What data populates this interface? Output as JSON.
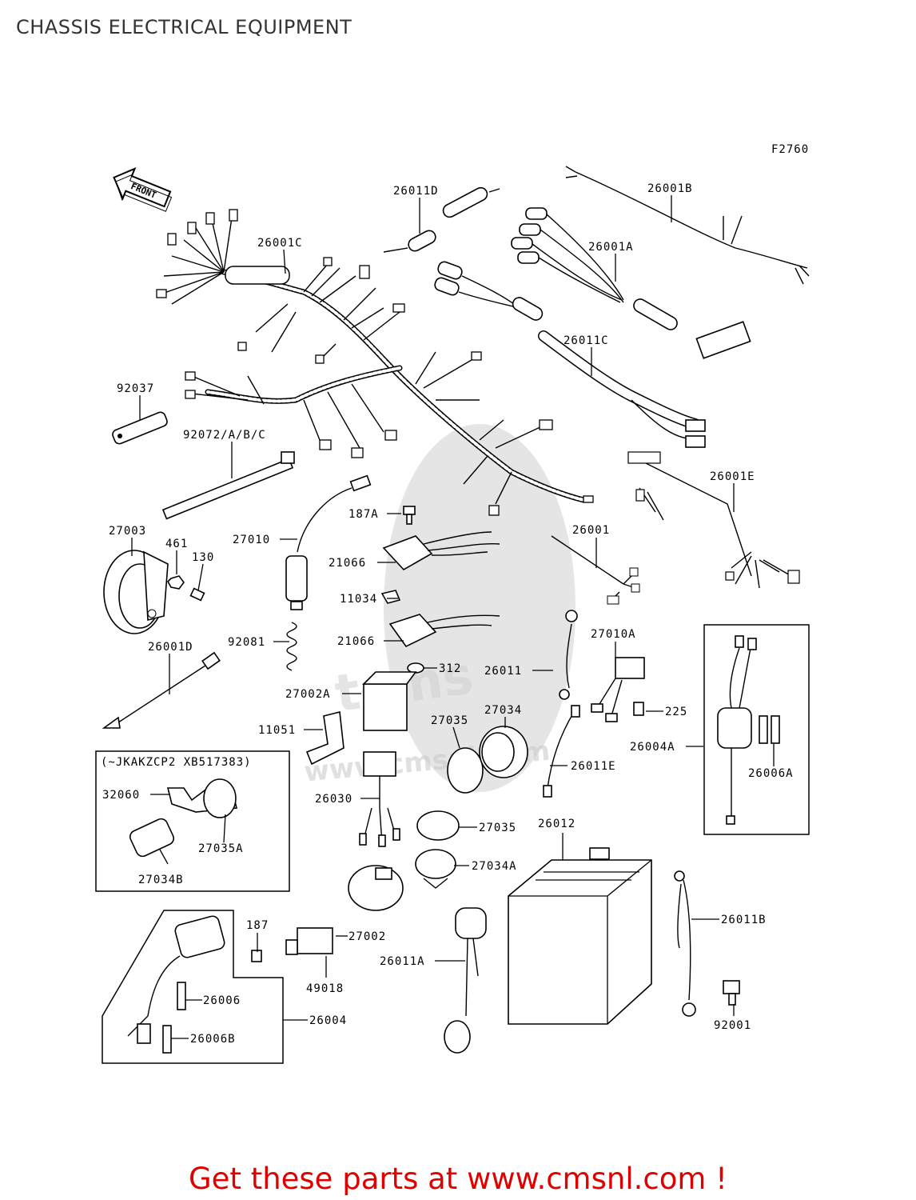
{
  "title": "CHASSIS ELECTRICAL EQUIPMENT",
  "figure_code": "F2760",
  "front_arrow_label": "FRONT",
  "watermark": "www.cmsnl.com",
  "footer": "Get these parts at www.cmsnl.com !",
  "inset_note": "(~JKAKZCP2 XB517383)",
  "parts": {
    "p26011D": "26011D",
    "p26001B": "26001B",
    "p26001C": "26001C",
    "p26001A": "26001A",
    "p26011C": "26011C",
    "p92037": "92037",
    "p92072": "92072/A/B/C",
    "p26001E": "26001E",
    "p27003": "27003",
    "p461": "461",
    "p130": "130",
    "p27010": "27010",
    "p187A": "187A",
    "p21066a": "21066",
    "p26001": "26001",
    "p11034": "11034",
    "p92081": "92081",
    "p21066b": "21066",
    "p26001D": "26001D",
    "p312": "312",
    "p26011": "26011",
    "p27010A": "27010A",
    "p27002A": "27002A",
    "p225": "225",
    "p11051": "11051",
    "p27035a": "27035",
    "p27034": "27034",
    "p26004A": "26004A",
    "p26011E": "26011E",
    "p26006A": "26006A",
    "p32060": "32060",
    "p27035A": "27035A",
    "p27034B": "27034B",
    "p26030": "26030",
    "p27035b": "27035",
    "p26012": "26012",
    "p27034A": "27034A",
    "p187": "187",
    "p27002": "27002",
    "p26011A": "26011A",
    "p26011B": "26011B",
    "p26006": "26006",
    "p49018": "49018",
    "p26004": "26004",
    "p26006B": "26006B",
    "p92001": "92001"
  }
}
